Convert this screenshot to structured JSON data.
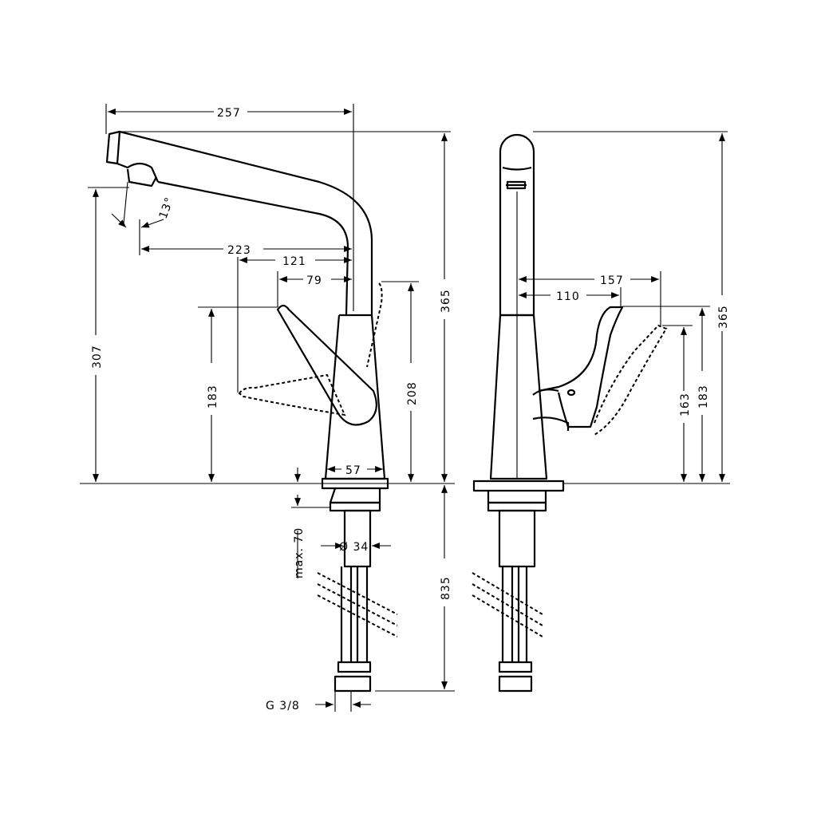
{
  "drawing": {
    "side_view": {
      "dim_257": "257",
      "dim_223": "223",
      "dim_121": "121",
      "dim_79": "79",
      "dim_angle": "13°",
      "dim_307": "307",
      "dim_183": "183",
      "dim_208": "208",
      "dim_365": "365",
      "dim_57": "57",
      "dim_max70": "max. 70",
      "dim_dia34": "Ø 34",
      "dim_835": "835",
      "dim_thread": "G 3/8"
    },
    "front_view": {
      "dim_157": "157",
      "dim_110": "110",
      "dim_163": "163",
      "dim_183": "183",
      "dim_365": "365"
    }
  }
}
